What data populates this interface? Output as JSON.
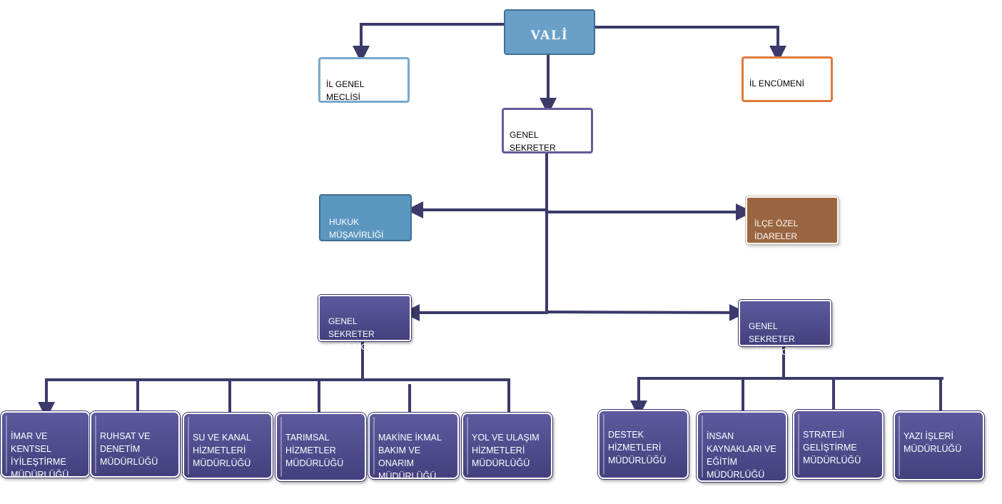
{
  "colors": {
    "connector": "#3b3a6a",
    "vali_fill": "#6a9fc8",
    "il_genel_meclisi_border": "#78a8cc",
    "il_encumeni_border": "#e07a3c",
    "genel_sekreter_border": "#655c9a",
    "hukuk_fill": "#5b96bf",
    "ilce_fill": "#9a6540",
    "unit_fill": "#4f4b8c"
  },
  "nodes": {
    "vali": "VALİ",
    "il_genel_meclisi": "İL GENEL\nMECLİSİ",
    "il_encumeni": "İL ENCÜMENİ",
    "genel_sekreter": "GENEL SEKRETER",
    "hukuk": "HUKUK\nMÜŞAVİRLİĞİ",
    "ilce_ozel": "İLÇE ÖZEL\nİDARELER",
    "gsy_left": "GENEL SEKRETER\nYARDIMCISI",
    "gsy_right": "GENEL SEKRETER\nYARDIMCISI"
  },
  "left_units": [
    "İMAR VE\nKENTSEL\nİYİLEŞTİRME\nMÜDÜRLÜĞÜ",
    "RUHSAT VE\nDENETİM\nMÜDÜRLÜĞÜ",
    "SU VE KANAL\nHİZMETLERİ\nMÜDÜRLÜĞÜ",
    "TARIMSAL\nHİZMETLER\nMÜDÜRLÜĞÜ",
    "MAKİNE İKMAL\nBAKIM VE\nONARIM\nMÜDÜRLÜĞÜ",
    "YOL VE ULAŞIM\nHİZMETLERİ\nMÜDÜRLÜĞÜ"
  ],
  "right_units": [
    "DESTEK\nHİZMETLERİ\nMÜDÜRLÜĞÜ",
    "İNSAN\nKAYNAKLARI VE\nEĞİTİM\nMÜDÜRLÜĞÜ",
    "STRATEJİ\nGELİŞTİRME\nMÜDÜRLÜĞÜ",
    "YAZI İŞLERİ\nMÜDÜRLÜĞÜ"
  ]
}
